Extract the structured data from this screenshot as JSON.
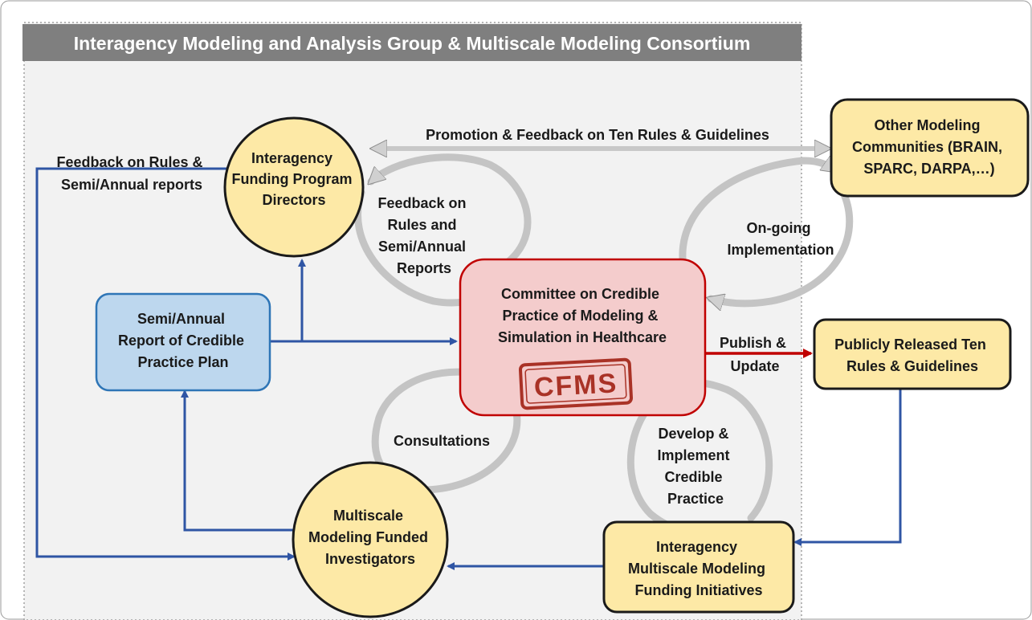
{
  "colors": {
    "banner_bg": "#7f7f7f",
    "banner_text": "#ffffff",
    "panel_bg": "#f2f2f2",
    "node_yellow": "#fde9a6",
    "node_blue": "#bdd7ee",
    "node_blue_stroke": "#2e75b6",
    "node_red_fill": "#f4cccc",
    "node_red_stroke": "#c00000",
    "arrow_blue": "#2f55a4",
    "arrow_red": "#c00000",
    "arrow_gray": "#bfbfbf"
  },
  "banner": {
    "title": "Interagency Modeling and Analysis Group & Multiscale Modeling Consortium"
  },
  "nodes": {
    "program_directors": [
      "Interagency",
      "Funding Program",
      "Directors"
    ],
    "other_communities": [
      "Other Modeling",
      "Communities (BRAIN,",
      "SPARC, DARPA,…)"
    ],
    "report": [
      "Semi/Annual",
      "Report of Credible",
      "Practice Plan"
    ],
    "committee": [
      "Committee on Credible",
      "Practice of Modeling &",
      "Simulation in Healthcare"
    ],
    "cfms_stamp": "CFMS",
    "public_release": [
      "Publicly Released Ten",
      "Rules & Guidelines"
    ],
    "investigators": [
      "Multiscale",
      "Modeling Funded",
      "Investigators"
    ],
    "funding_initiatives": [
      "Interagency",
      "Multiscale Modeling",
      "Funding Initiatives"
    ]
  },
  "edge_labels": {
    "promotion": "Promotion & Feedback on Ten Rules & Guidelines",
    "feedback_left": [
      "Feedback on Rules &",
      "Semi/Annual reports"
    ],
    "feedback_cycle": [
      "Feedback on",
      "Rules and",
      "Semi/Annual",
      "Reports"
    ],
    "ongoing": [
      "On-going",
      "Implementation"
    ],
    "publish": [
      "Publish &",
      "Update"
    ],
    "consultations": "Consultations",
    "develop": [
      "Develop &",
      "Implement",
      "Credible",
      "Practice"
    ]
  }
}
